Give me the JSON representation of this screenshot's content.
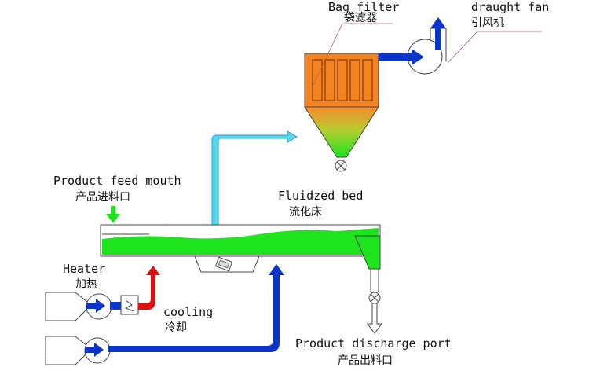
{
  "labels": {
    "bag_filter_en": "Bag filter",
    "bag_filter_zh": "袋滤器",
    "draught_fan_en": "draught fan",
    "draught_fan_zh": "引风机",
    "product_feed_en": "Product feed mouth",
    "product_feed_zh": "产品进料口",
    "fluidized_bed_en": "Fluidzed bed",
    "fluidized_bed_zh": "流化床",
    "heater_en": "Heater",
    "heater_zh": "加热",
    "cooling_en": "cooling",
    "cooling_zh": "冷却",
    "discharge_en": "Product discharge port",
    "discharge_zh": "产品出料口"
  },
  "colors": {
    "bag_filter": "#f58220",
    "green": "#1ee41e",
    "cyan_duct": "#4fd8f0",
    "blue_duct": "#0a35c8",
    "red_duct": "#e01010",
    "outline": "#444444"
  }
}
